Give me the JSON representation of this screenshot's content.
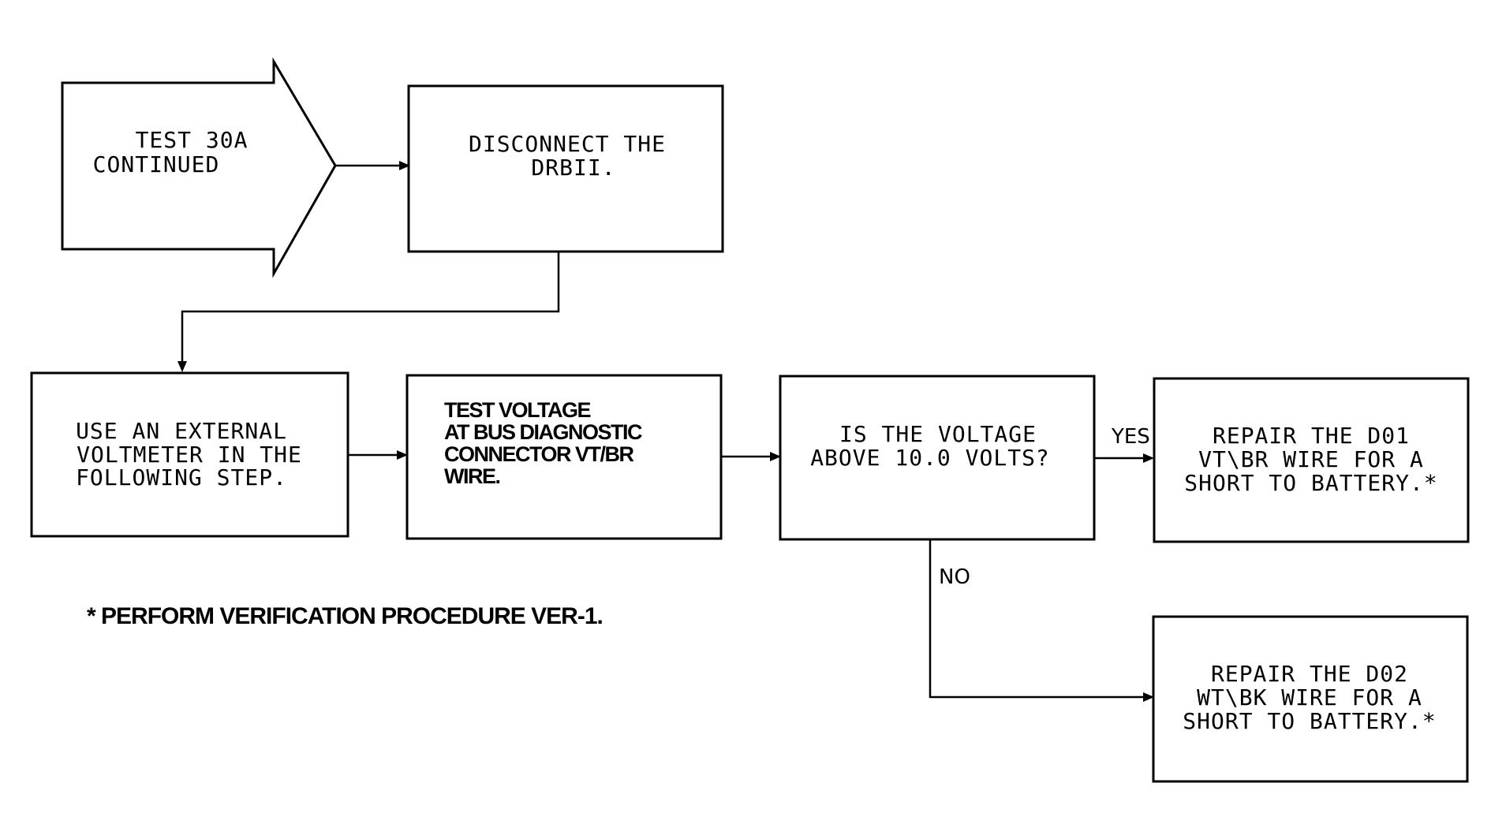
{
  "start": {
    "lines": [
      "TEST 30A",
      "CONTINUED"
    ]
  },
  "step1": {
    "lines": [
      "DISCONNECT THE",
      "DRBII."
    ]
  },
  "step2": {
    "lines": [
      "USE AN EXTERNAL",
      "VOLTMETER IN THE",
      "FOLLOWING STEP."
    ]
  },
  "step3": {
    "lines": [
      "TEST VOLTAGE",
      "AT BUS DIAGNOSTIC",
      "CONNECTOR VT/BR",
      "WIRE."
    ]
  },
  "decision": {
    "lines": [
      "IS THE VOLTAGE",
      "ABOVE 10.0 VOLTS?"
    ]
  },
  "result_yes": {
    "lines": [
      "REPAIR THE D01",
      "VT\\BR WIRE FOR A",
      "SHORT TO BATTERY.*"
    ]
  },
  "result_no": {
    "lines": [
      "REPAIR THE D02",
      "WT\\BK WIRE FOR A",
      "SHORT TO BATTERY.*"
    ]
  },
  "labels": {
    "yes": "YES",
    "no": "NO"
  },
  "note": "* PERFORM VERIFICATION PROCEDURE VER-1."
}
